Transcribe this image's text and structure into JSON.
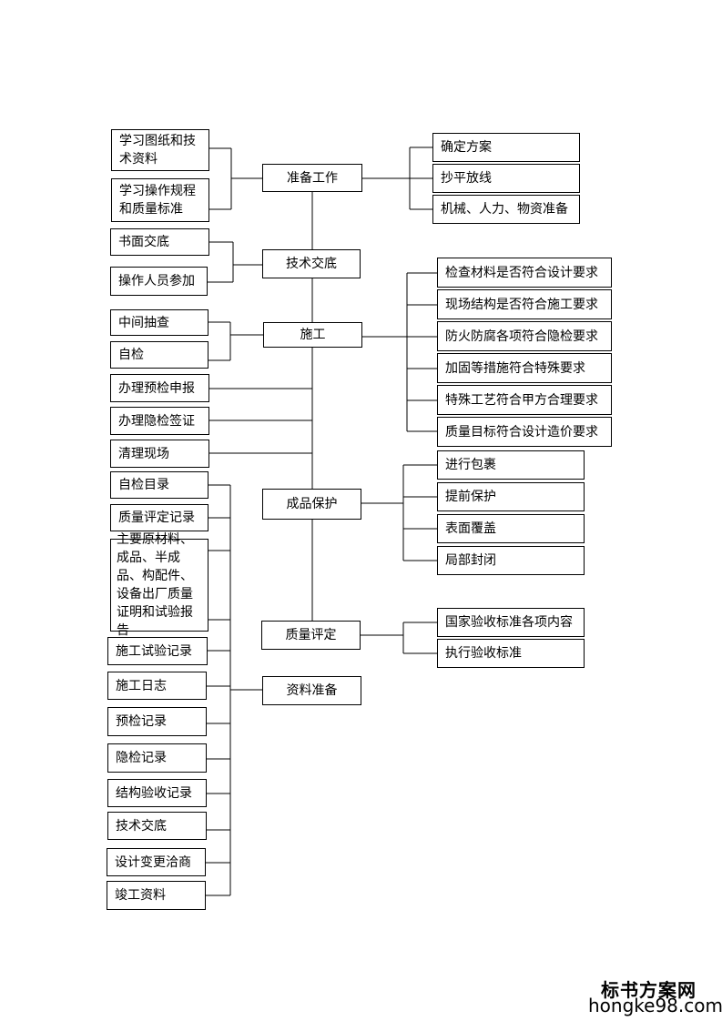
{
  "main_steps": {
    "prep": "准备工作",
    "briefing": "技术交底",
    "construction": "施工",
    "protection": "成品保护",
    "evaluation": "质量评定",
    "documents": "资料准备"
  },
  "prep_left": {
    "study_drawings": "学习图纸和技术资料",
    "study_rules": "学习操作规程和质量标准"
  },
  "prep_right": {
    "plan": "确定方案",
    "layout": "抄平放线",
    "resources": "机械、人力、物资准备"
  },
  "briefing_left": {
    "written": "书面交底",
    "operators": "操作人员参加"
  },
  "construction_left": {
    "spot_check": "中间抽查",
    "self_check": "自检",
    "pre_inspection": "办理预检申报",
    "hidden_inspection": "办理隐检签证",
    "cleanup": "清理现场"
  },
  "construction_right": {
    "materials": "检查材料是否符合设计要求",
    "structure": "现场结构是否符合施工要求",
    "fireproof": "防火防腐各项符合隐检要求",
    "reinforcement": "加固等措施符合特殊要求",
    "special_process": "特殊工艺符合甲方合理要求",
    "quality_target": "质量目标符合设计造价要求"
  },
  "protection_right": {
    "wrapping": "进行包裹",
    "advance": "提前保护",
    "covering": "表面覆盖",
    "sealing": "局部封闭"
  },
  "evaluation_right": {
    "national": "国家验收标准各项内容",
    "execute": "执行验收标准"
  },
  "documents_left": {
    "self_check_list": "自检目录",
    "quality_records": "质量评定记录",
    "certificates": "主要原材料、成品、半成品、构配件、设备出厂质量证明和试验报告",
    "test_records": "施工试验记录",
    "daily_log": "施工日志",
    "pre_records": "预检记录",
    "hidden_records": "隐检记录",
    "acceptance_records": "结构验收记录",
    "tech_briefing": "技术交底",
    "design_change": "设计变更洽商",
    "completion": "竣工资料"
  },
  "watermark": {
    "title": "标书方案网",
    "url": "hongke98.com"
  }
}
